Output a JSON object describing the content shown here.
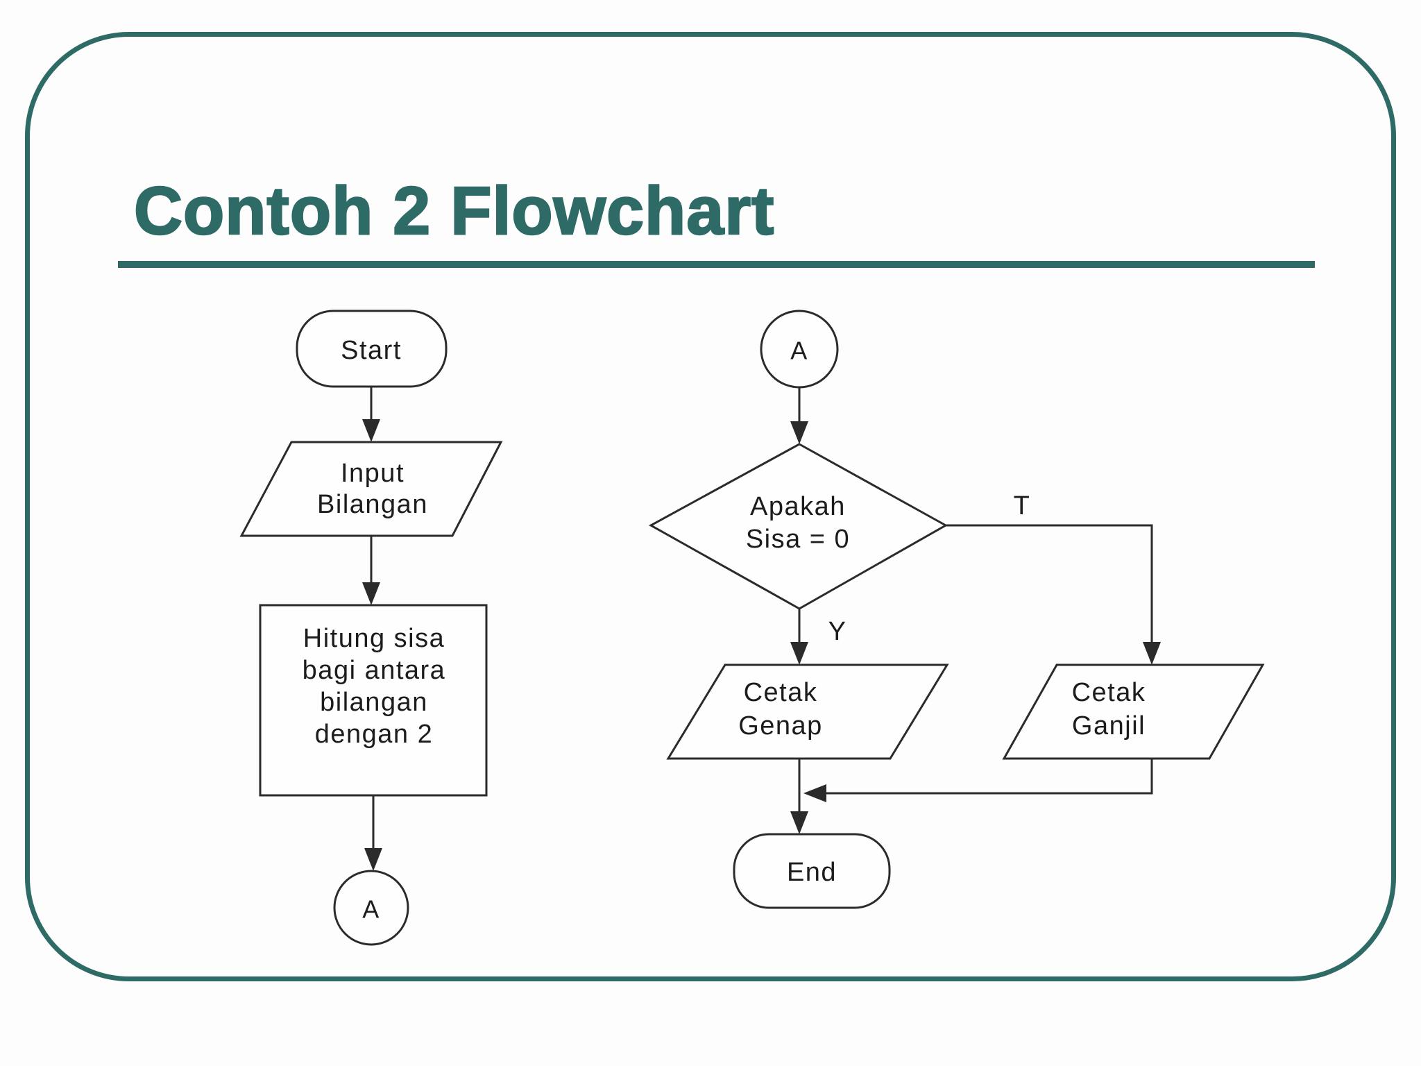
{
  "slide": {
    "colors": {
      "accent": "#2E6B66",
      "stroke": "#2B2B2B",
      "text": "#1C1C1C",
      "background": "#FDFDFD"
    }
  },
  "header": {
    "title": "Contoh 2 Flowchart"
  },
  "flowchart": {
    "left": {
      "start": {
        "label": "Start"
      },
      "input": {
        "lines": [
          "Input",
          "Bilangan"
        ]
      },
      "process": {
        "lines": [
          "Hitung sisa",
          "bagi antara",
          "bilangan",
          "dengan 2"
        ]
      },
      "connector": {
        "label": "A"
      }
    },
    "right": {
      "connector": {
        "label": "A"
      },
      "decision": {
        "lines": [
          "Apakah",
          "Sisa = 0"
        ]
      },
      "labels": {
        "yes": "Y",
        "true": "T"
      },
      "output_even": {
        "lines": [
          "Cetak",
          "Genap"
        ]
      },
      "output_odd": {
        "lines": [
          "Cetak",
          "Ganjil"
        ]
      },
      "end": {
        "label": "End"
      }
    }
  }
}
